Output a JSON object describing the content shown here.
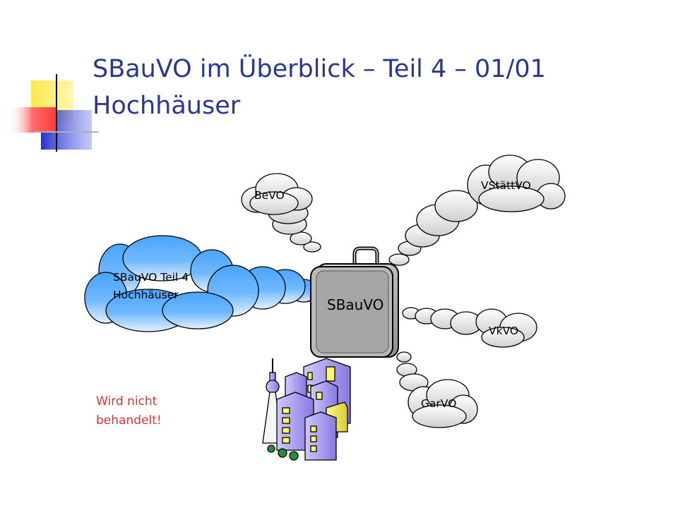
{
  "title": {
    "line1": "SBauVO im Überblick – Teil 4 – 01/01",
    "line2": "Hochhäuser"
  },
  "diagram": {
    "center_label": "SBauVO",
    "clouds": {
      "bevo": "BeVO",
      "vstaettvo": "VStättVO",
      "vkvo": "VkVO",
      "garvo": "GarVO",
      "main_line1": "SBauVO Teil 4",
      "main_line2": "Hochhäuser"
    }
  },
  "note": {
    "line1": "Wird nicht",
    "line2": "behandelt!"
  },
  "colors": {
    "title": "#283694",
    "note": "#e03030",
    "highlight_cloud": "#3c95f2",
    "grey_cloud": "#d6d6d6"
  }
}
